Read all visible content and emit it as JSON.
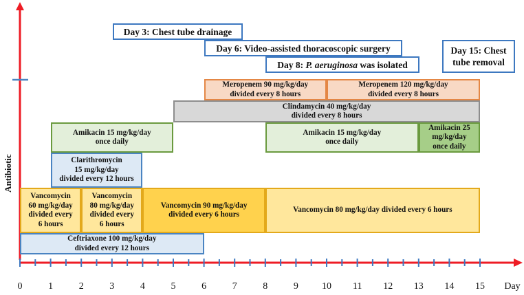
{
  "axis": {
    "y_label": "Antibiotic",
    "x_unit": "Day",
    "ticks": [
      "0",
      "1",
      "2",
      "3",
      "4",
      "5",
      "6",
      "7",
      "8",
      "9",
      "10",
      "11",
      "12",
      "13",
      "14",
      "15"
    ]
  },
  "colors": {
    "axis_red": "#ee1c25",
    "event_border": "#3d78c0",
    "orange_fill": "#f8d9c4",
    "orange_border": "#e48745",
    "gray_fill": "#d8d8d8",
    "gray_border": "#8d8d8d",
    "green_fill": "#e3efda",
    "green_border": "#6a9a3e",
    "green_dark_fill": "#a6ce88",
    "blue_fill": "#dde9f5",
    "blue_border": "#4a84c2",
    "yellow_fill": "#ffe79c",
    "yellow_border": "#e3a91b",
    "yellow_dark_fill": "#ffd24d"
  },
  "events": {
    "day3": "Day 3: Chest tube drainage",
    "day6": "Day 6: Video-assisted thoracoscopic surgery",
    "day8_prefix": "Day 8:",
    "day8_organism": "P. aeruginosa",
    "day8_suffix": "was isolated",
    "day15_line1": "Day 15: Chest",
    "day15_line2": "tube removal"
  },
  "regimens": {
    "meropenem_1": [
      "Meropenem 90 mg/kg/day",
      "divided every 8 hours"
    ],
    "meropenem_2": [
      "Meropenem 120 mg/kg/day",
      "divided every 8 hours"
    ],
    "clindamycin": [
      "Clindamycin 40 mg/kg/day",
      "divided every 8 hours"
    ],
    "amikacin_1": [
      "Amikacin 15 mg/kg/day",
      "once daily"
    ],
    "amikacin_2": [
      "Amikacin 15 mg/kg/day",
      "once daily"
    ],
    "amikacin_3": [
      "Amikacin 25",
      "mg/kg/day",
      "once daily"
    ],
    "clarithromycin": [
      "Clarithromycin",
      "15 mg/kg/day",
      "divided every 12 hours"
    ],
    "vancomycin_1": [
      "Vancomycin",
      "60 mg/kg/day",
      "divided every",
      "6 hours"
    ],
    "vancomycin_2": [
      "Vancomycin",
      "80 mg/kg/day",
      "divided every",
      "6 hours"
    ],
    "vancomycin_3": [
      "Vancomycin 90 mg/kg/day",
      "divided every 6 hours"
    ],
    "vancomycin_4": [
      "Vancomycin 80 mg/kg/day divided every 6 hours"
    ],
    "ceftriaxone": [
      "Ceftriaxone 100 mg/kg/day",
      "divided every 12 hours"
    ]
  },
  "timeline": [
    {
      "key": "meropenem_1",
      "start": 6,
      "end": 10,
      "style": "orange"
    },
    {
      "key": "meropenem_2",
      "start": 10,
      "end": 15,
      "style": "orange"
    },
    {
      "key": "clindamycin",
      "start": 5,
      "end": 15,
      "style": "gray"
    },
    {
      "key": "amikacin_1",
      "start": 1,
      "end": 5,
      "style": "green"
    },
    {
      "key": "amikacin_2",
      "start": 8,
      "end": 13,
      "style": "green"
    },
    {
      "key": "amikacin_3",
      "start": 13,
      "end": 15,
      "style": "green_dark"
    },
    {
      "key": "clarithromycin",
      "start": 1,
      "end": 4,
      "style": "blue"
    },
    {
      "key": "vancomycin_1",
      "start": 0,
      "end": 2,
      "style": "yellow"
    },
    {
      "key": "vancomycin_2",
      "start": 2,
      "end": 4,
      "style": "yellow"
    },
    {
      "key": "vancomycin_3",
      "start": 4,
      "end": 8,
      "style": "yellow_dark"
    },
    {
      "key": "vancomycin_4",
      "start": 8,
      "end": 15,
      "style": "yellow"
    },
    {
      "key": "ceftriaxone",
      "start": 0,
      "end": 6,
      "style": "blue"
    }
  ]
}
